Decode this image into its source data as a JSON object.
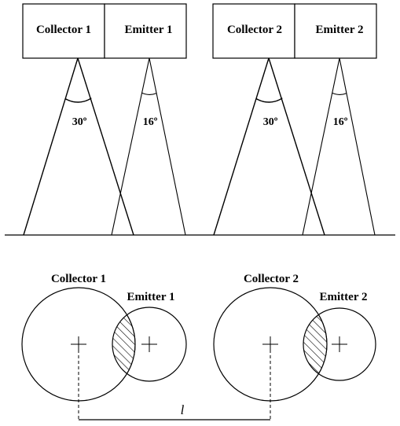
{
  "top_view": {
    "group1": {
      "collector_label": "Collector 1",
      "emitter_label": "Emitter 1",
      "collector_angle": "30º",
      "emitter_angle": "16º"
    },
    "group2": {
      "collector_label": "Collector 2",
      "emitter_label": "Emitter 2",
      "collector_angle": "30º",
      "emitter_angle": "16º"
    }
  },
  "bottom_view": {
    "group1": {
      "collector_label": "Collector 1",
      "emitter_label": "Emitter 1"
    },
    "group2": {
      "collector_label": "Collector 2",
      "emitter_label": "Emitter 2"
    },
    "distance_label": "l"
  }
}
